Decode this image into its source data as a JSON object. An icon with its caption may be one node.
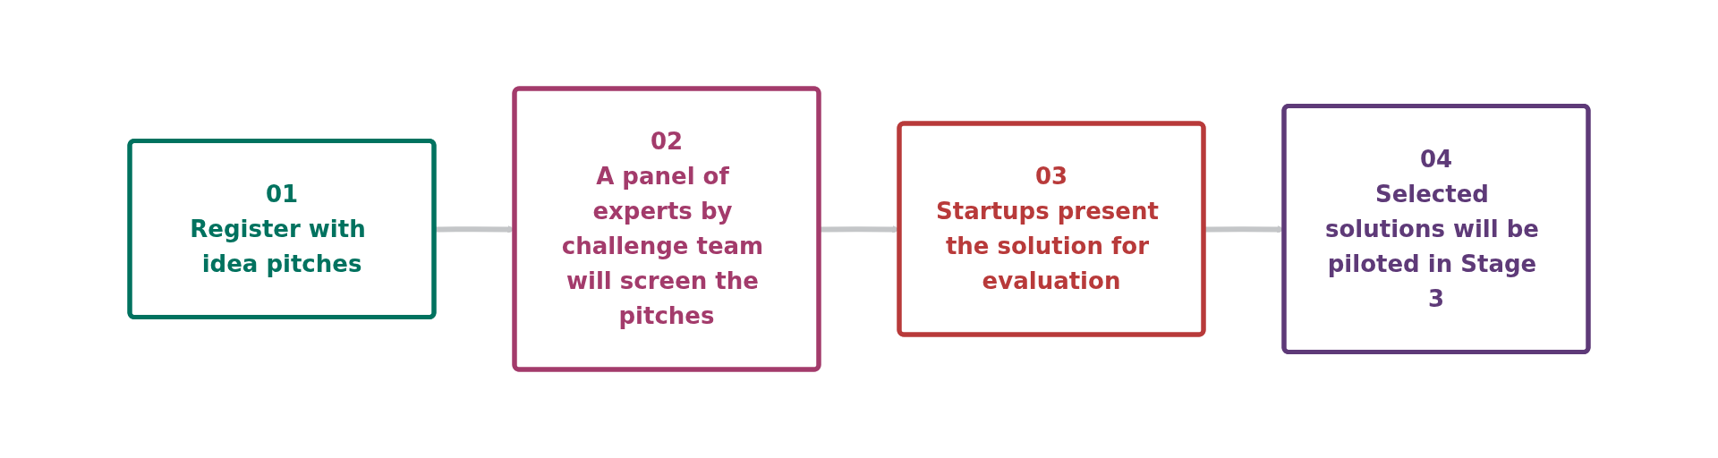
{
  "diagram": {
    "nodes": [
      {
        "text": [
          "01",
          "Register with idea pitches"
        ]
      },
      {
        "text": [
          "02",
          "A panel of experts by challenge team will screen the pitches"
        ]
      },
      {
        "text": [
          "03",
          "Startups present the solution for evaluation"
        ]
      },
      {
        "text": [
          "04",
          "Selected solutions will be piloted in Stage 3"
        ]
      }
    ],
    "edges": [
      {
        "from": 0,
        "to": 1,
        "arrow": "to"
      },
      {
        "from": 1,
        "to": 2,
        "arrow": "to"
      },
      {
        "from": 2,
        "to": 3,
        "arrow": "to"
      }
    ]
  }
}
